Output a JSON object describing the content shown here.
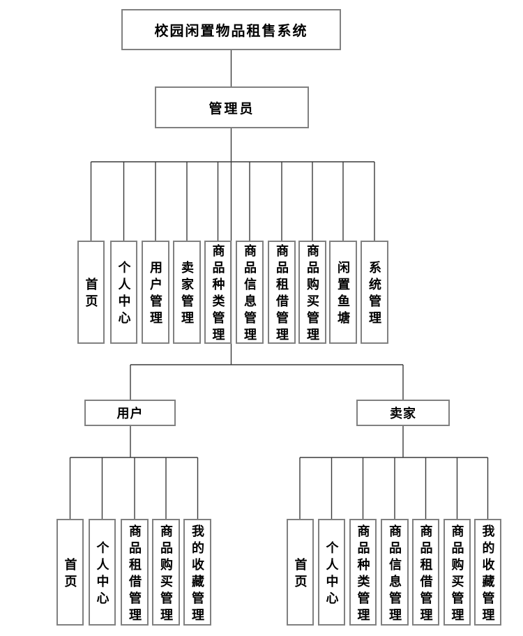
{
  "colors": {
    "background": "#ffffff",
    "box-border": "#808080",
    "line": "#3a3a3a",
    "text": "#000000"
  },
  "tree": {
    "root": {
      "label": "校园闲置物品租售系统"
    },
    "admin": {
      "label": "管理员",
      "children": [
        "首页",
        "个人中心",
        "用户管理",
        "卖家管理",
        "商品种类管理",
        "商品信息管理",
        "商品租借管理",
        "商品购买管理",
        "闲置鱼塘",
        "系统管理"
      ]
    },
    "user": {
      "label": "用户",
      "children": [
        "首页",
        "个人中心",
        "商品租借管理",
        "商品购买管理",
        "我的收藏管理"
      ]
    },
    "seller": {
      "label": "卖家",
      "children": [
        "首页",
        "个人中心",
        "商品种类管理",
        "商品信息管理",
        "商品租借管理",
        "商品购买管理",
        "我的收藏管理"
      ]
    }
  }
}
